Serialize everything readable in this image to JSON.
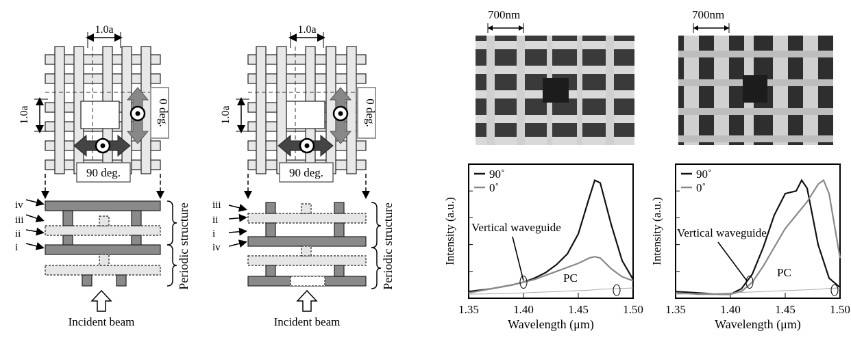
{
  "schematics": [
    {
      "lattice_label": "1.0a",
      "lattice_label_v": "1.0a",
      "deg0": "0 deg.",
      "deg90": "90 deg.",
      "layers": [
        "iv",
        "iii",
        "ii",
        "i"
      ],
      "periodic": "Periodic structure",
      "incident": "Incident beam"
    },
    {
      "lattice_label": "1.0a",
      "lattice_label_v": "1.0a",
      "deg0": "0 deg.",
      "deg90": "90 deg.",
      "layers": [
        "iii",
        "ii",
        "i",
        "iv"
      ],
      "periodic": "Periodic structure",
      "incident": "Incident beam"
    }
  ],
  "sem": [
    {
      "scale": "700nm"
    },
    {
      "scale": "700nm"
    }
  ],
  "colors": {
    "line_90": "#111111",
    "line_0": "#888888",
    "bar_dark": "#8a8a8a",
    "bar_light": "#e6e6e6"
  },
  "chart_data": [
    {
      "type": "line",
      "xlabel": "Wavelength (μm)",
      "ylabel": "Intensity (a.u.)",
      "xlim": [
        1.35,
        1.5
      ],
      "xticks": [
        "1.35",
        "1.40",
        "1.45",
        "1.50"
      ],
      "legend": [
        "90˚",
        "0˚"
      ],
      "annotations": [
        "Vertical waveguide",
        "PC"
      ],
      "series": [
        {
          "name": "90˚",
          "x": [
            1.35,
            1.37,
            1.39,
            1.4,
            1.41,
            1.42,
            1.43,
            1.44,
            1.45,
            1.46,
            1.465,
            1.47,
            1.48,
            1.49,
            1.5
          ],
          "y": [
            0.05,
            0.07,
            0.1,
            0.12,
            0.15,
            0.19,
            0.25,
            0.33,
            0.48,
            0.75,
            0.88,
            0.86,
            0.55,
            0.28,
            0.14
          ]
        },
        {
          "name": "0˚",
          "x": [
            1.35,
            1.37,
            1.39,
            1.4,
            1.41,
            1.42,
            1.43,
            1.44,
            1.45,
            1.46,
            1.465,
            1.47,
            1.48,
            1.49,
            1.5
          ],
          "y": [
            0.04,
            0.07,
            0.1,
            0.12,
            0.14,
            0.17,
            0.2,
            0.23,
            0.26,
            0.3,
            0.31,
            0.3,
            0.22,
            0.16,
            0.13
          ]
        }
      ]
    },
    {
      "type": "line",
      "xlabel": "Wavelength (μm)",
      "ylabel": "Intensity (a.u.)",
      "xlim": [
        1.35,
        1.5
      ],
      "xticks": [
        "1.35",
        "1.40",
        "1.45",
        "1.50"
      ],
      "legend": [
        "90˚",
        "0˚"
      ],
      "annotations": [
        "Vertical waveguide",
        "PC"
      ],
      "series": [
        {
          "name": "90˚",
          "x": [
            1.35,
            1.37,
            1.39,
            1.4,
            1.41,
            1.42,
            1.43,
            1.44,
            1.45,
            1.46,
            1.465,
            1.47,
            1.48,
            1.49,
            1.5
          ],
          "y": [
            0.05,
            0.04,
            0.03,
            0.03,
            0.07,
            0.18,
            0.38,
            0.62,
            0.78,
            0.8,
            0.88,
            0.82,
            0.4,
            0.15,
            0.08
          ]
        },
        {
          "name": "0˚",
          "x": [
            1.35,
            1.37,
            1.39,
            1.4,
            1.41,
            1.42,
            1.43,
            1.44,
            1.45,
            1.46,
            1.47,
            1.48,
            1.485,
            1.49,
            1.5
          ],
          "y": [
            0.04,
            0.03,
            0.03,
            0.03,
            0.05,
            0.12,
            0.24,
            0.38,
            0.52,
            0.62,
            0.72,
            0.85,
            0.88,
            0.78,
            0.3
          ]
        }
      ]
    }
  ]
}
